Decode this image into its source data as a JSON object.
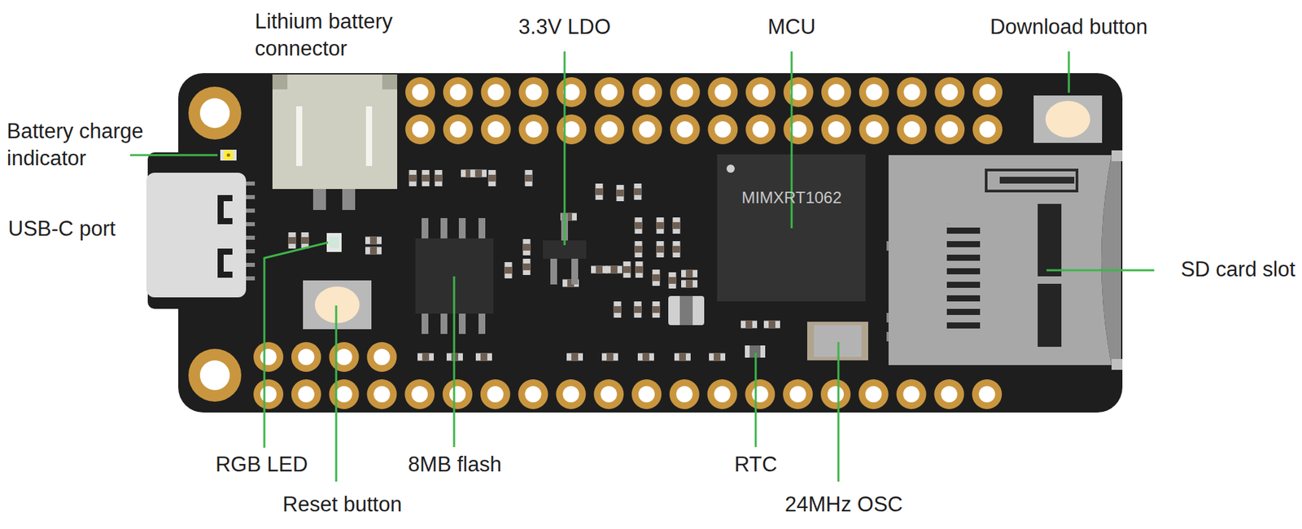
{
  "diagram": {
    "labels": [
      "Lithium battery connector",
      "3.3V LDO",
      "MCU",
      "Download button",
      "Battery charge indicator",
      "USB-C port",
      "SD card slot",
      "RGB LED",
      "Reset button",
      "8MB flash",
      "RTC",
      "24MHz OSC",
      "MIMXRT1062"
    ]
  }
}
